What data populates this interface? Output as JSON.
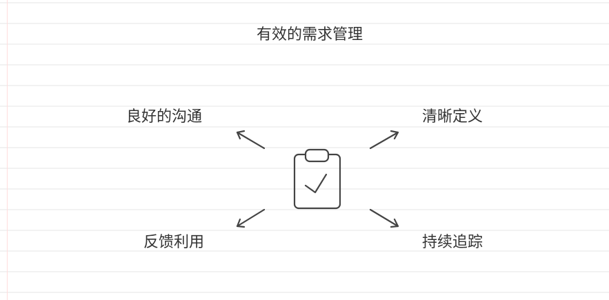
{
  "title": "有效的需求管理",
  "center_icon": "clipboard-check-icon",
  "labels": {
    "top_left": "良好的沟通",
    "top_right": "清晰定义",
    "bottom_left": "反馈利用",
    "bottom_right": "持续追踪"
  },
  "colors": {
    "stroke": "#444444",
    "margin_line": "#ffdddd"
  }
}
